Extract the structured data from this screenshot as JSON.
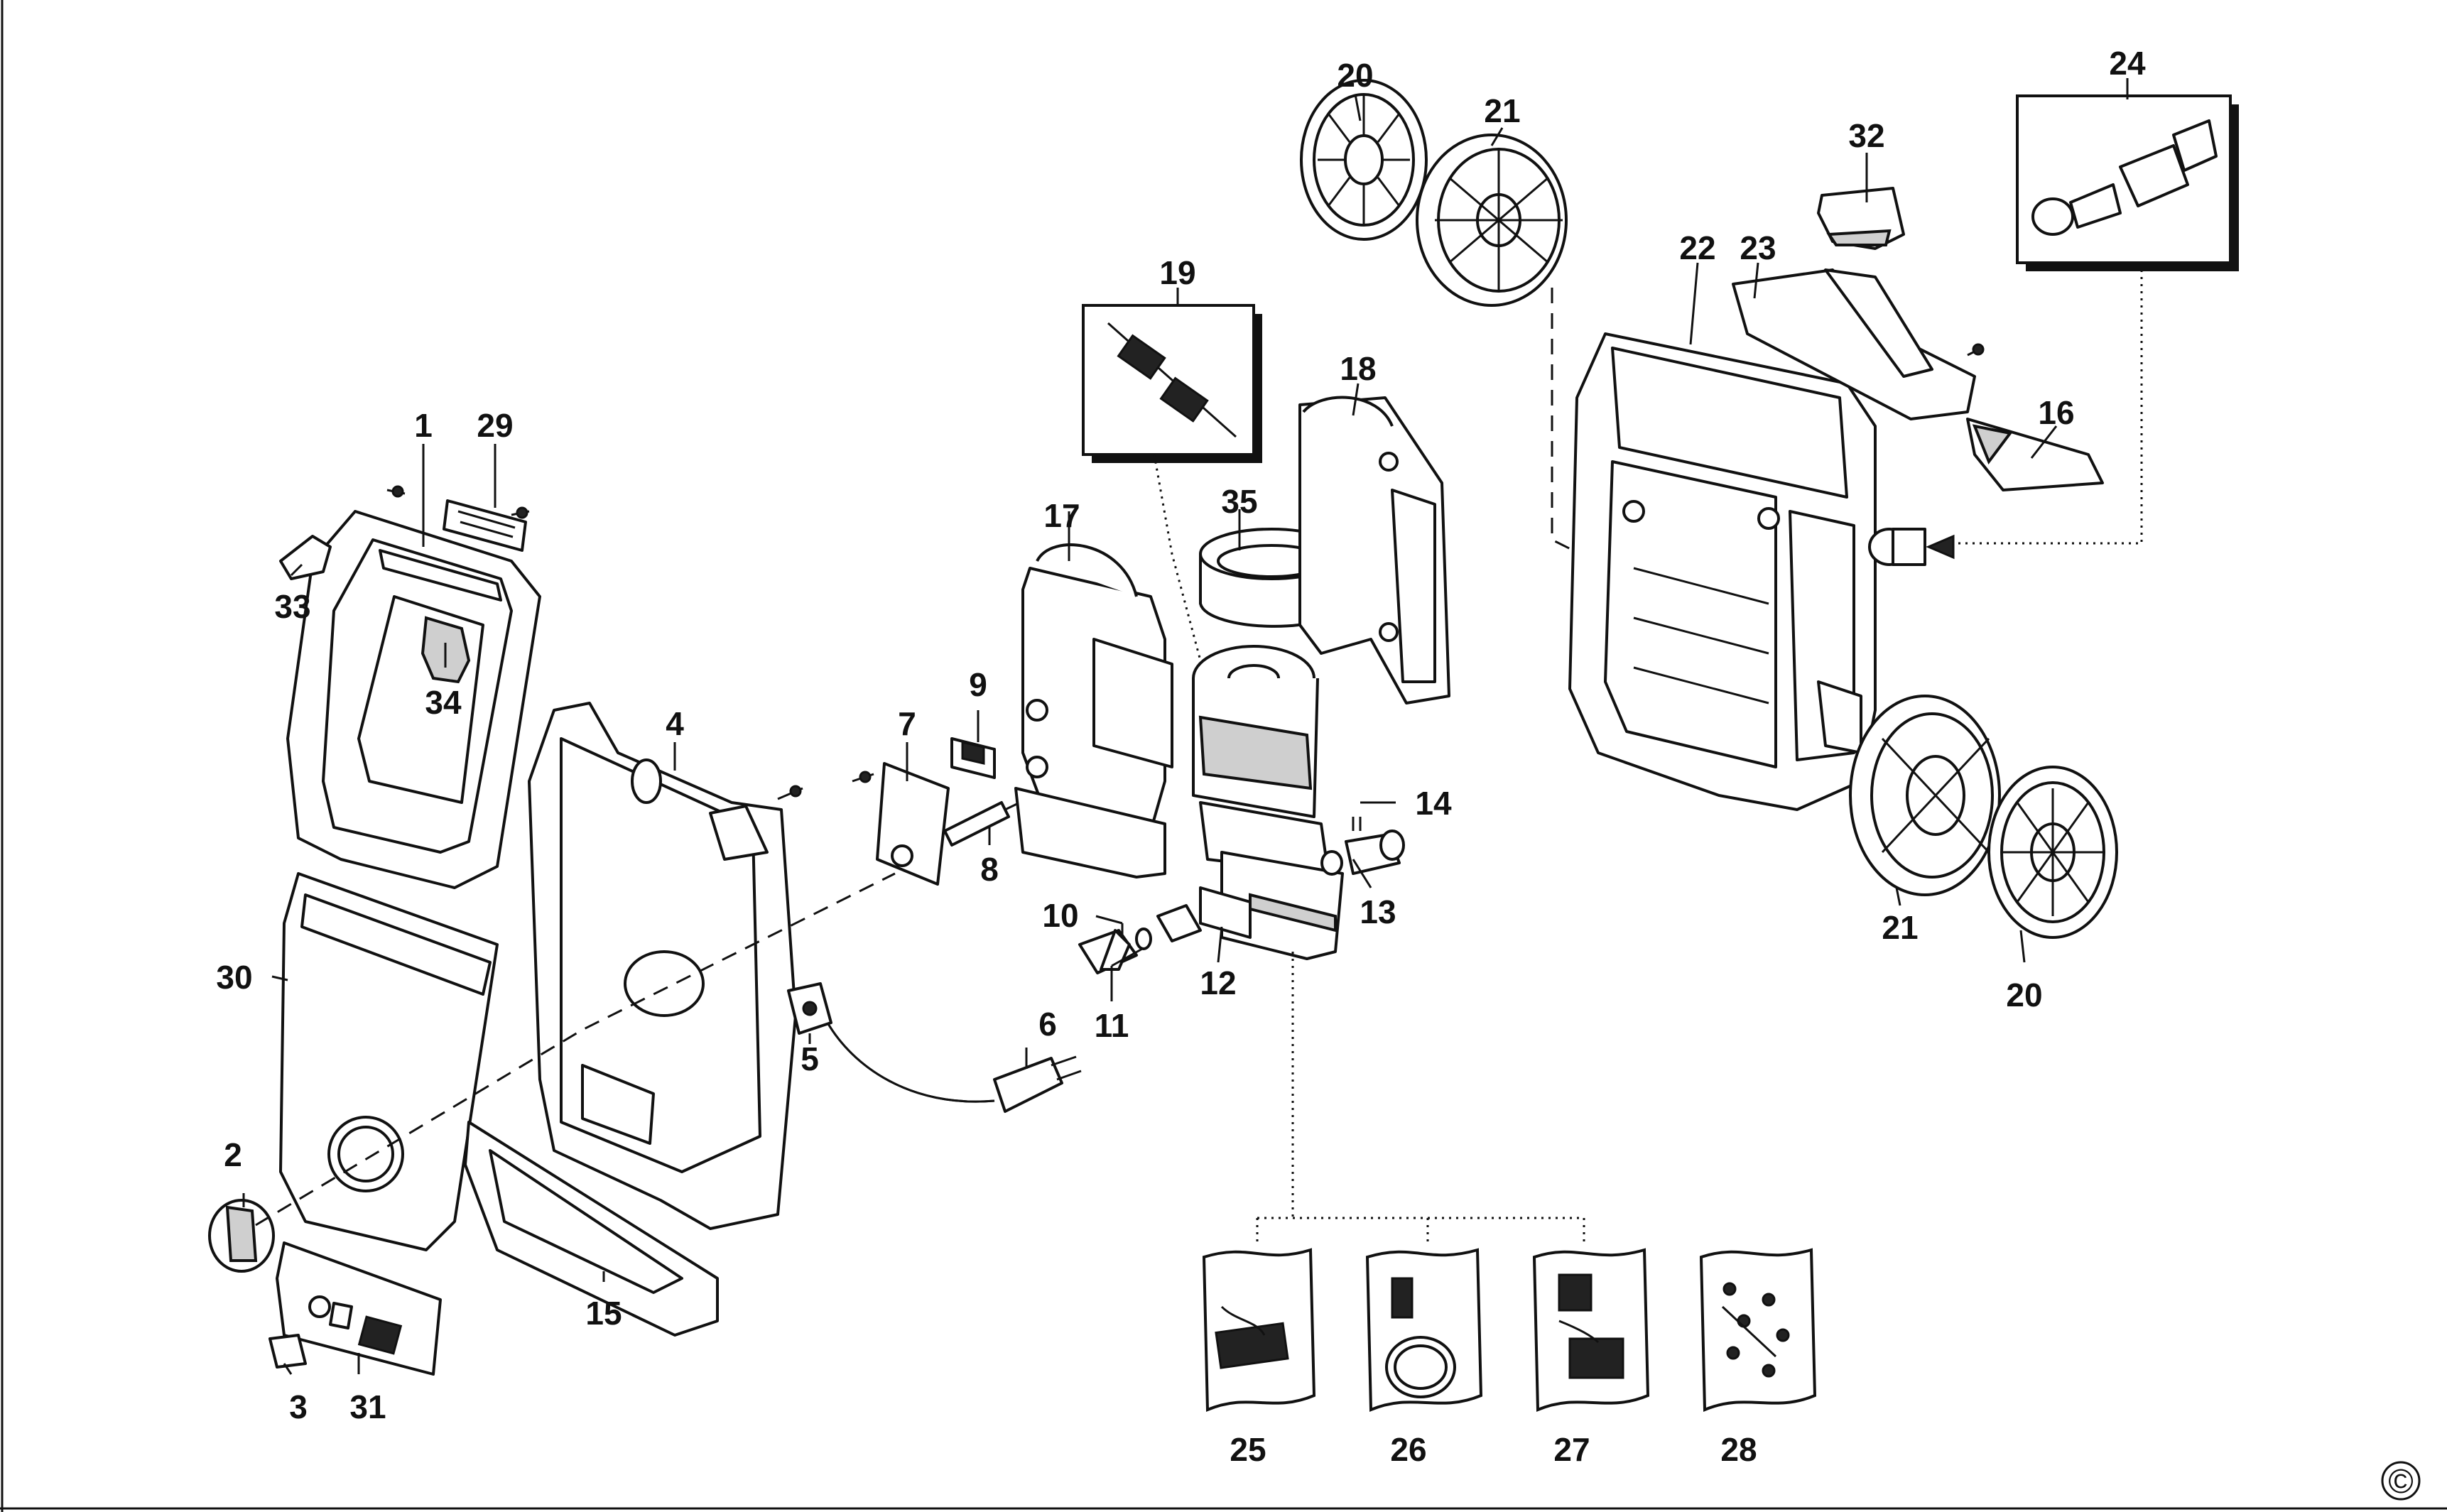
{
  "callouts": {
    "c1": "1",
    "c2": "2",
    "c3": "3",
    "c4": "4",
    "c5": "5",
    "c6": "6",
    "c7": "7",
    "c8": "8",
    "c9": "9",
    "c10": "10",
    "c11": "11",
    "c12": "12",
    "c13": "13",
    "c14": "14",
    "c15": "15",
    "c16": "16",
    "c17": "17",
    "c18": "18",
    "c19": "19",
    "c20a": "20",
    "c20b": "20",
    "c21a": "21",
    "c21b": "21",
    "c22": "22",
    "c23": "23",
    "c24": "24",
    "c25": "25",
    "c26": "26",
    "c27": "27",
    "c28": "28",
    "c29": "29",
    "c30": "30",
    "c31": "31",
    "c32": "32",
    "c33": "33",
    "c34": "34",
    "c35": "35"
  },
  "copyright_mark": "©"
}
